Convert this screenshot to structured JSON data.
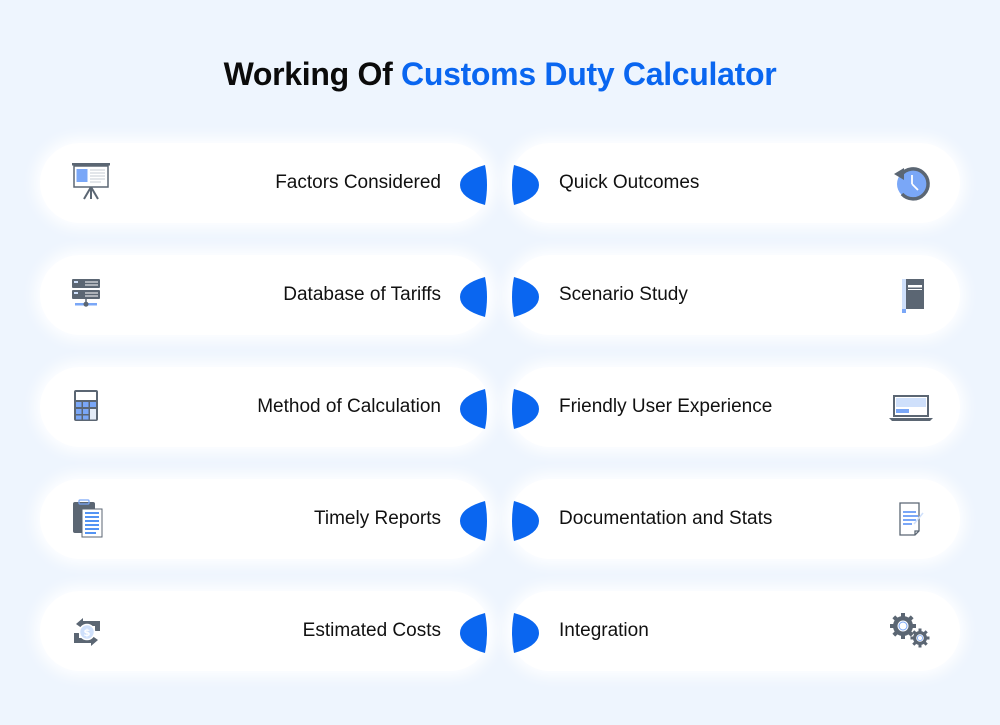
{
  "title": {
    "prefix": "Working Of ",
    "accent": "Customs Duty Calculator"
  },
  "colors": {
    "background": "#eef5fe",
    "accent": "#0a66f0",
    "icon_dark": "#5b6673",
    "icon_light": "#7aa7f7",
    "pill": "#ffffff"
  },
  "rows": [
    {
      "left": {
        "label": "Factors Considered",
        "icon": "presentation-board-icon"
      },
      "right": {
        "label": "Quick Outcomes",
        "icon": "clock-history-icon"
      }
    },
    {
      "left": {
        "label": "Database of Tariffs",
        "icon": "server-database-icon"
      },
      "right": {
        "label": "Scenario Study",
        "icon": "book-icon"
      }
    },
    {
      "left": {
        "label": "Method of Calculation",
        "icon": "calculator-icon"
      },
      "right": {
        "label": "Friendly User Experience",
        "icon": "laptop-icon"
      }
    },
    {
      "left": {
        "label": "Timely Reports",
        "icon": "clipboard-report-icon"
      },
      "right": {
        "label": "Documentation and Stats",
        "icon": "document-edit-icon"
      }
    },
    {
      "left": {
        "label": "Estimated Costs",
        "icon": "dollar-exchange-icon"
      },
      "right": {
        "label": "Integration",
        "icon": "gears-icon"
      }
    }
  ]
}
